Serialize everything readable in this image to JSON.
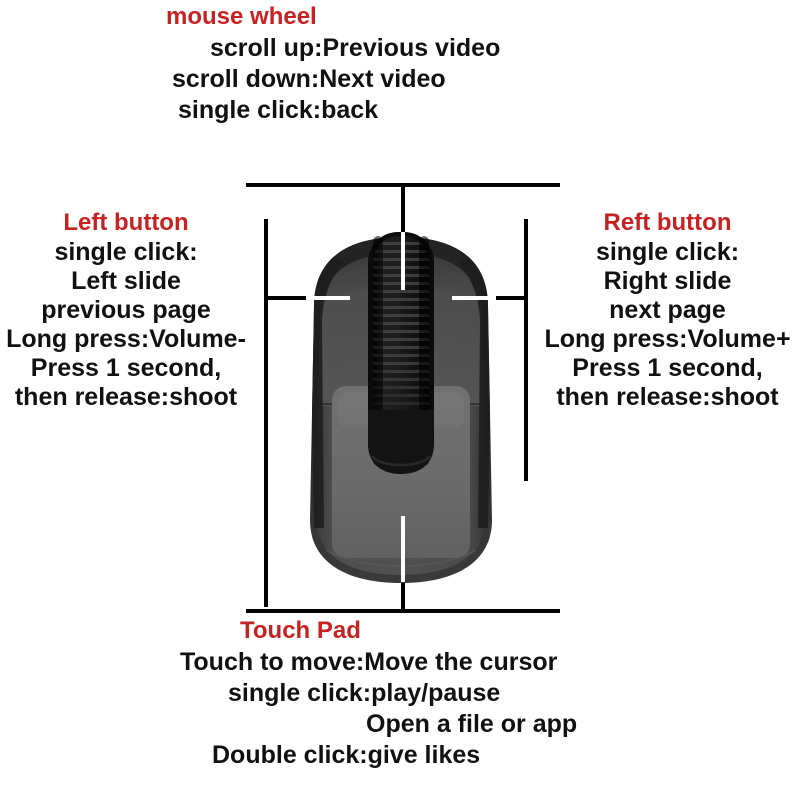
{
  "diagram": {
    "title": "Wireless mouse function callout diagram",
    "accent_color": "#C62222",
    "text_color": "#111111",
    "background": "#ffffff"
  },
  "callouts": {
    "wheel": {
      "heading": "mouse wheel",
      "lines": [
        "scroll up:Previous video",
        "scroll down:Next video",
        "single click:back"
      ]
    },
    "left_button": {
      "heading": "Left button",
      "lines": [
        "single click:",
        "Left slide",
        "previous page",
        "Long press:Volume-",
        "Press 1 second,",
        "then release:shoot"
      ]
    },
    "right_button": {
      "heading": "Reft button",
      "lines": [
        "single click:",
        "Right slide",
        "next page",
        "Long press:Volume+",
        "Press 1 second,",
        "then release:shoot"
      ]
    },
    "touch_pad": {
      "heading": "Touch Pad",
      "lines": [
        "Touch to move:Move the cursor",
        "single click:play/pause",
        "Open a file or app",
        "Double click:give likes"
      ]
    }
  },
  "device": {
    "name": "computer-mouse-illustration",
    "body_color": "#4a4a4a",
    "shell_color": "#2b2b2b",
    "wheel_color": "#141414",
    "touchpad_color": "#6a6a6a",
    "parts": [
      "scroll-wheel",
      "left-click-button",
      "right-click-button",
      "touch-pad-surface"
    ]
  }
}
